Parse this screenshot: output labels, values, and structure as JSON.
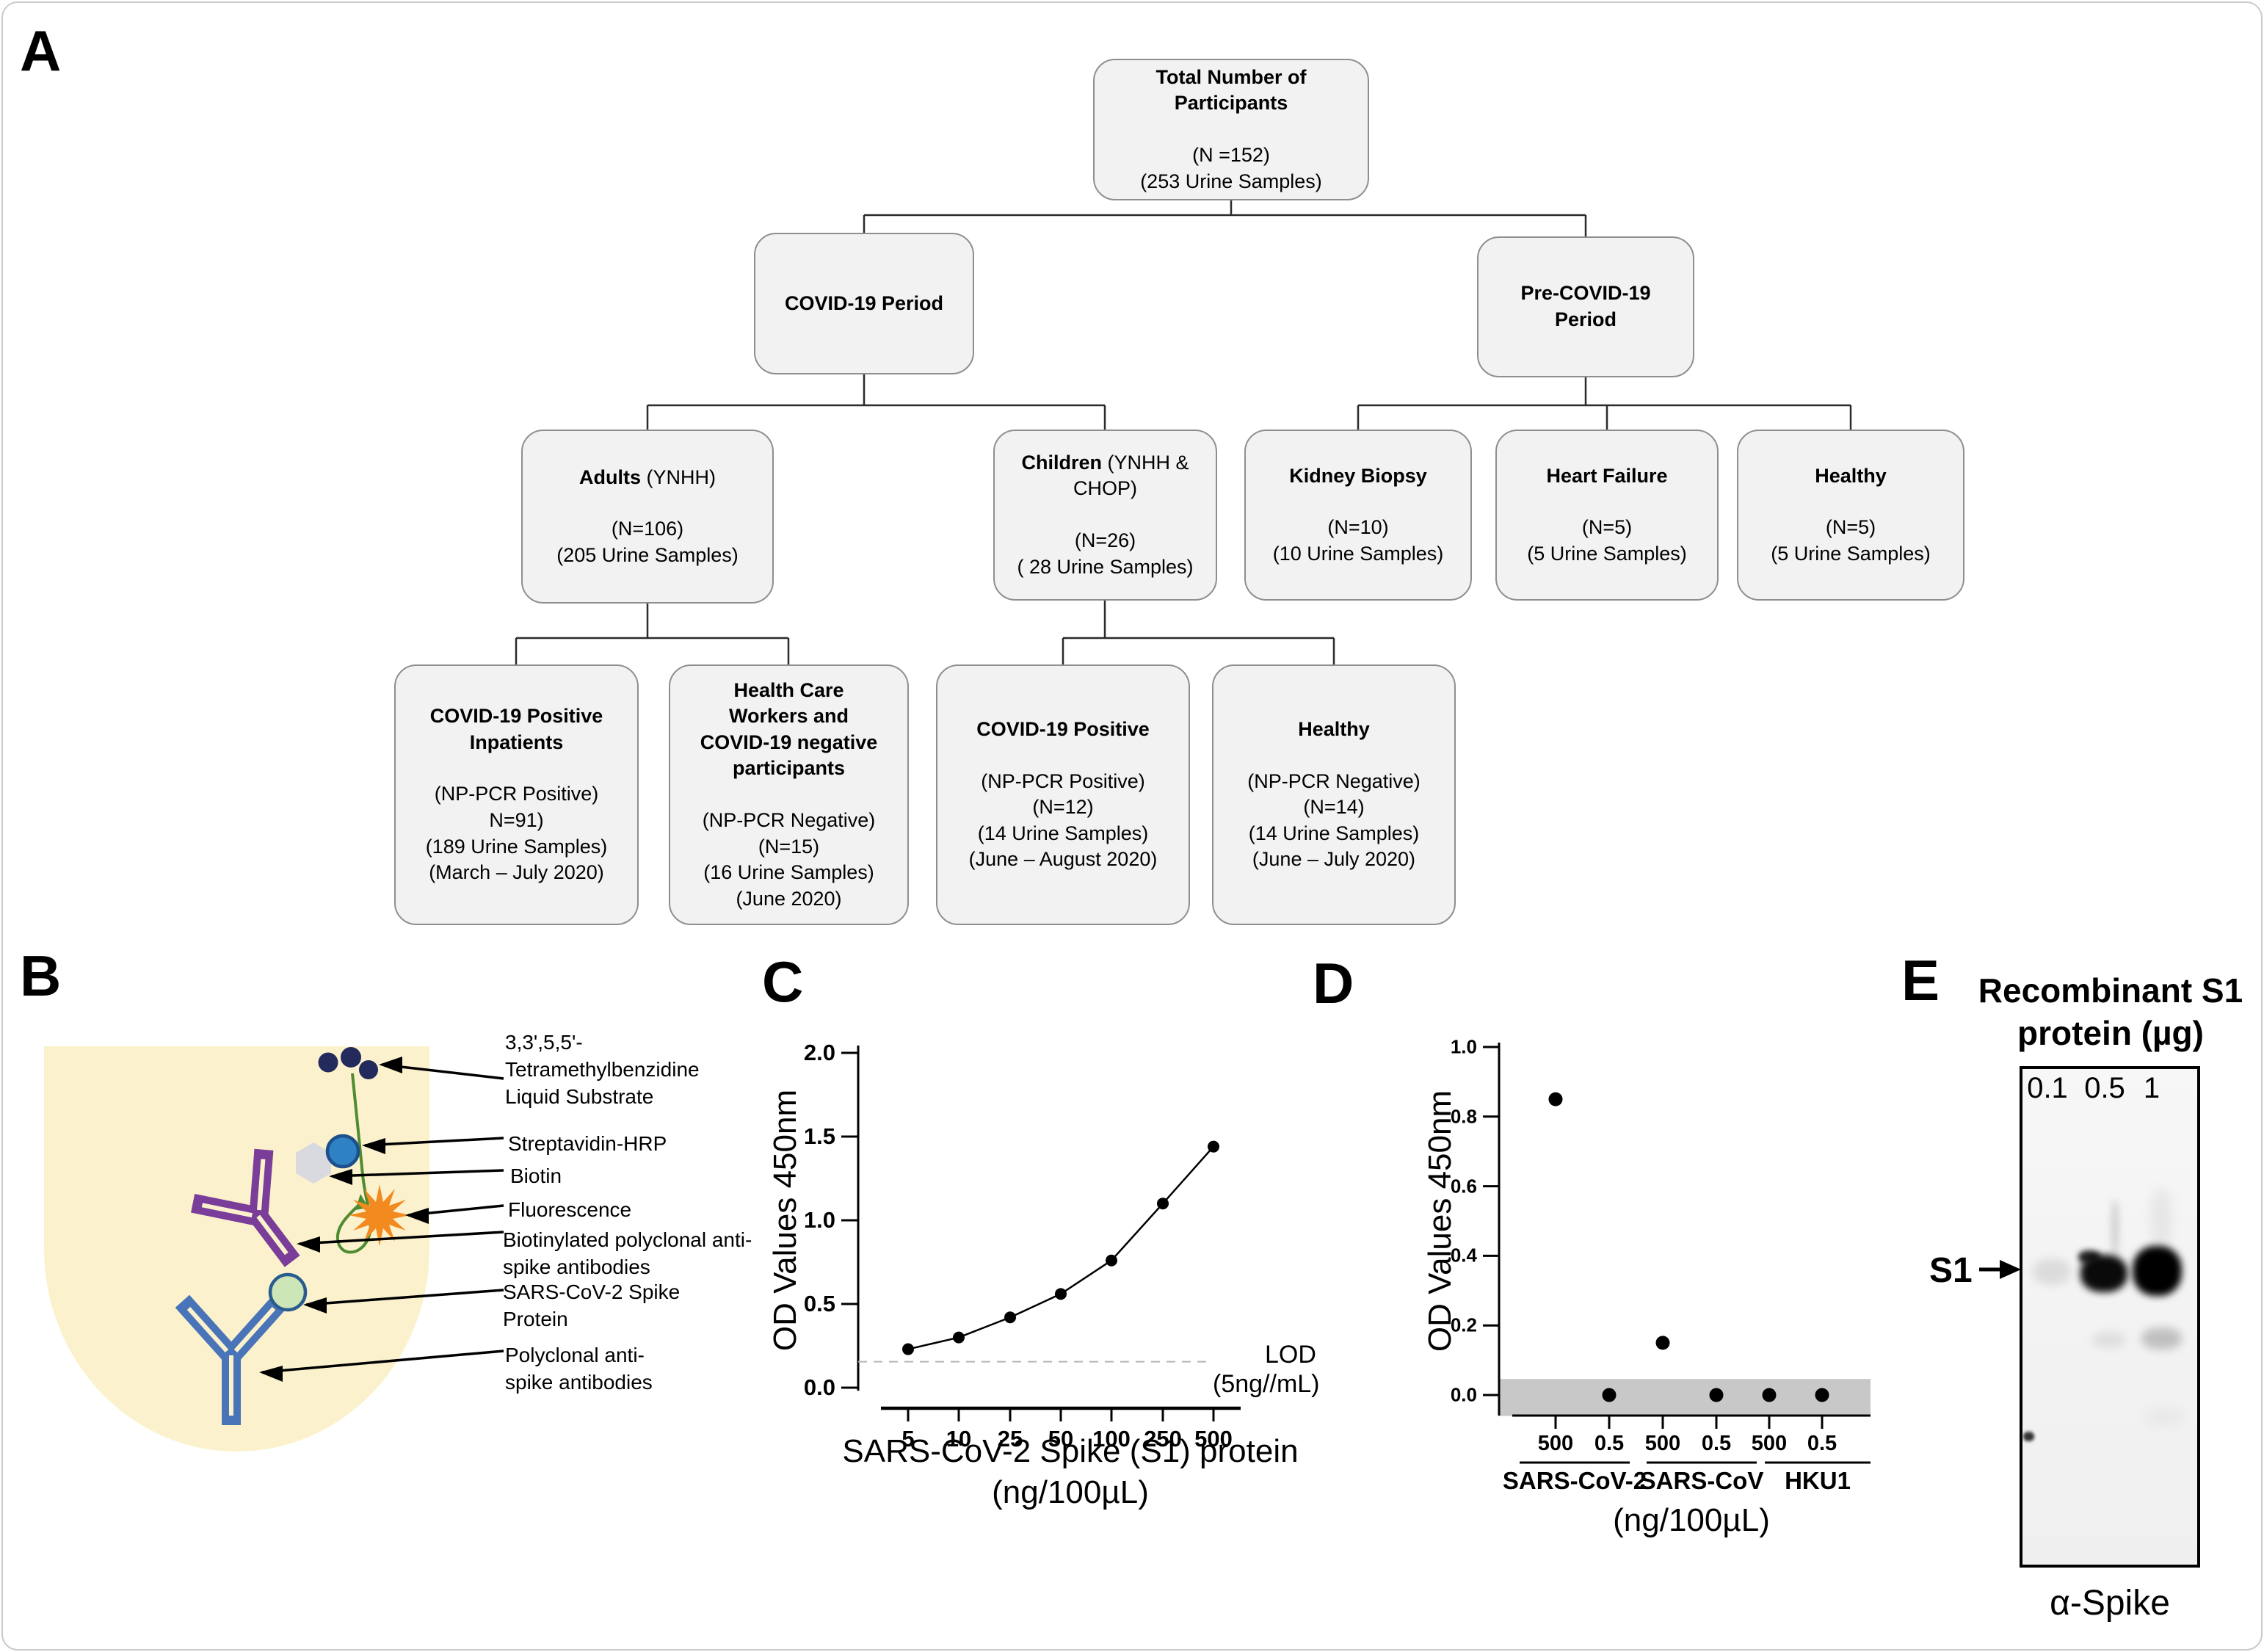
{
  "panel_letters": {
    "a": "A",
    "b": "B",
    "c": "C",
    "d": "D",
    "e": "E"
  },
  "panelA": {
    "boxes": [
      {
        "title": "Total Number of Participants",
        "lines": [
          "(N =152)",
          "(253 Urine Samples)"
        ]
      },
      {
        "title": "COVID-19 Period",
        "lines": []
      },
      {
        "title": "Pre-COVID-19 Period",
        "lines": []
      },
      {
        "title": "Adults",
        "title_suffix": " (YNHH)",
        "lines": [
          "(N=106)",
          "(205 Urine Samples)"
        ]
      },
      {
        "title": "Children",
        "title_suffix": " (YNHH & CHOP)",
        "lines": [
          "(N=26)",
          "( 28 Urine Samples)"
        ]
      },
      {
        "title": "Kidney Biopsy",
        "lines": [
          "(N=10)",
          "(10 Urine Samples)"
        ]
      },
      {
        "title": "Heart Failure",
        "lines": [
          "(N=5)",
          "(5 Urine Samples)"
        ]
      },
      {
        "title": "Healthy",
        "lines": [
          "(N=5)",
          "(5 Urine Samples)"
        ]
      },
      {
        "title": "COVID-19 Positive Inpatients",
        "lines": [
          "(NP-PCR Positive)",
          "N=91)",
          "(189 Urine Samples)",
          "(March – July 2020)"
        ]
      },
      {
        "title": "Health Care Workers and COVID-19 negative participants",
        "lines": [
          "(NP-PCR Negative)",
          "(N=15)",
          "(16 Urine Samples)",
          "(June 2020)"
        ]
      },
      {
        "title": "COVID-19 Positive",
        "lines": [
          "(NP-PCR Positive)",
          "(N=12)",
          "(14 Urine Samples)",
          "(June – August 2020)"
        ]
      },
      {
        "title": "Healthy",
        "lines": [
          "(NP-PCR Negative)",
          "(N=14)",
          "(14 Urine Samples)",
          "(June – July 2020)"
        ]
      }
    ]
  },
  "panelB": {
    "labels": [
      {
        "text": "3,3',5,5'-\nTetramethylbenzidine\nLiquid Substrate"
      },
      {
        "text": "Streptavidin-HRP"
      },
      {
        "text": "Biotin"
      },
      {
        "text": "Fluorescence"
      },
      {
        "text": "Biotinylated polyclonal anti-\nspike antibodies"
      },
      {
        "text": "SARS-CoV-2 Spike\nProtein"
      },
      {
        "text": "Polyclonal anti-\nspike antibodies"
      }
    ],
    "colors": {
      "well": "#fbf2cd",
      "tmb_dots": "#232a5c",
      "hrp": "#2e82c4",
      "biotin": "#d9d9e0",
      "fluorescence": "#f28a1f",
      "biotinylated_antibody": "#7a3d99",
      "spike_protein": "#cde6b8",
      "capture_antibody": "#4a74b8",
      "green_line": "#4e8b31"
    }
  },
  "chart_data": [
    {
      "type": "line",
      "x_categories": [
        "5",
        "10",
        "25",
        "50",
        "100",
        "250",
        "500"
      ],
      "values": [
        0.23,
        0.3,
        0.42,
        0.56,
        0.76,
        1.1,
        1.44
      ],
      "ytick_labels": [
        "0.0",
        "0.5",
        "1.0",
        "1.5",
        "2.0"
      ],
      "ylim": [
        0,
        2.0
      ],
      "ylabel": "OD Values 450nm",
      "xlabel_line1": "SARS-CoV-2 Spike (S1) protein",
      "xlabel_line2": "(ng/100µL)",
      "lod_od": 0.155,
      "lod_label": "LOD",
      "lod_sublabel": "(5ng//mL)",
      "grid": "off",
      "legend": "none",
      "marker_color": "#000000"
    },
    {
      "type": "scatter",
      "groups": [
        {
          "name": "SARS-CoV-2",
          "doses": [
            "500",
            "0.5"
          ],
          "values": [
            0.85,
            0.0
          ]
        },
        {
          "name": "SARS-CoV",
          "doses": [
            "500",
            "0.5"
          ],
          "values": [
            0.15,
            0.0
          ]
        },
        {
          "name": "HKU1",
          "doses": [
            "500",
            "0.5"
          ],
          "values": [
            0.0,
            0.0
          ]
        }
      ],
      "ytick_labels": [
        "0.0",
        "0.2",
        "0.4",
        "0.6",
        "0.8",
        "1.0"
      ],
      "ylim": [
        0,
        1.0
      ],
      "ylabel": "OD Values 450nm",
      "xlabel": "(ng/100µL)",
      "baseline_band": [
        -0.06,
        0.046
      ],
      "band_color": "#c8c8c8",
      "grid": "off",
      "legend": "none",
      "marker_color": "#000000"
    }
  ],
  "panelE": {
    "title_line1": "Recombinant S1",
    "title_line2": "protein (µg)",
    "lane_labels": [
      "0.1",
      "0.5",
      "1"
    ],
    "band_label": "S1",
    "blot_label": "α-Spike"
  }
}
